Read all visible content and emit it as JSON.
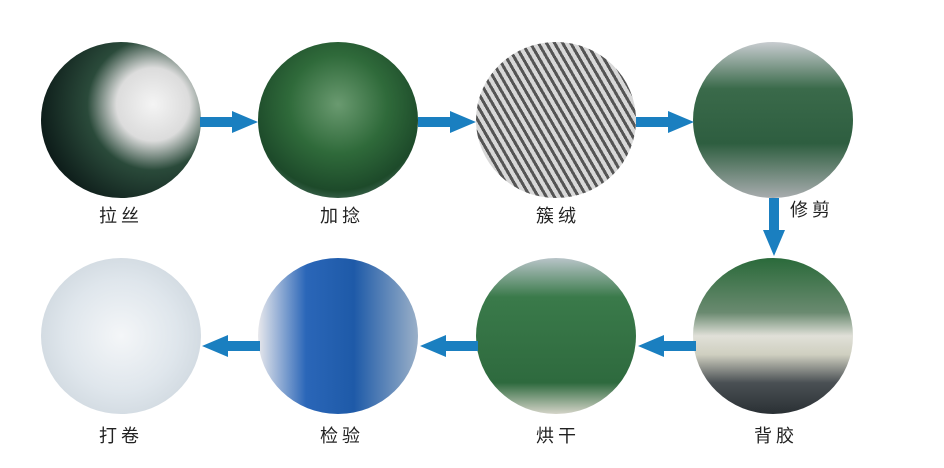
{
  "steps": [
    {
      "label": "拉丝",
      "photo": "yarn-drawing-photo"
    },
    {
      "label": "加捻",
      "photo": "yarn-twisting-photo"
    },
    {
      "label": "簇绒",
      "photo": "tufting-photo"
    },
    {
      "label": "修剪",
      "photo": "trimming-photo"
    },
    {
      "label": "背胶",
      "photo": "backing-glue-photo"
    },
    {
      "label": "烘干",
      "photo": "drying-photo"
    },
    {
      "label": "检验",
      "photo": "inspection-photo"
    },
    {
      "label": "打卷",
      "photo": "rolling-photo"
    }
  ],
  "colors": {
    "arrow": "#1a7fc0"
  }
}
